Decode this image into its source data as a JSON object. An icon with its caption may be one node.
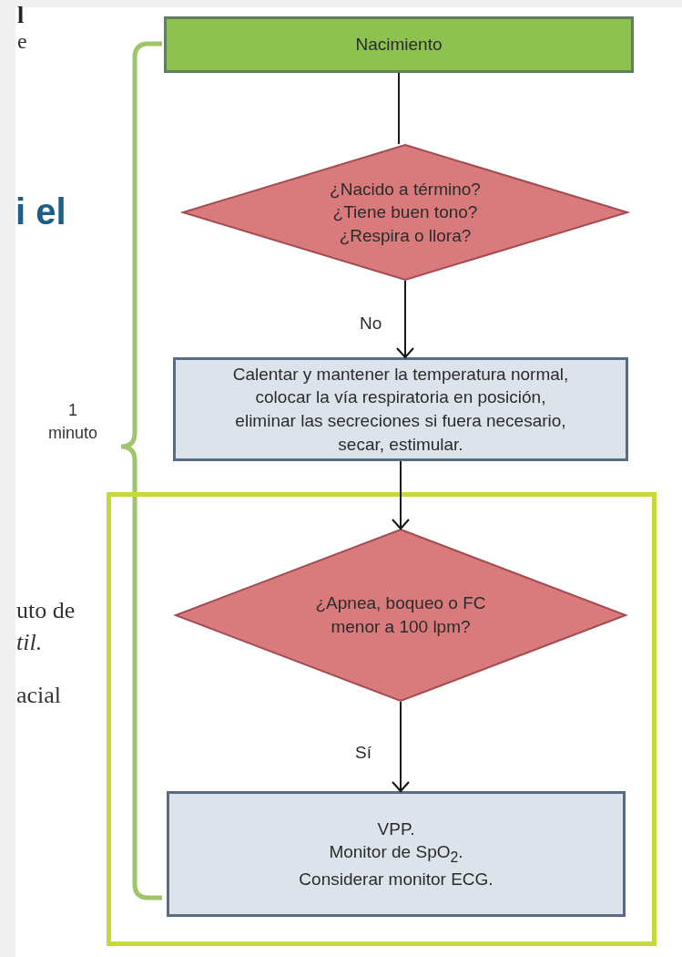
{
  "diagram": {
    "nodes": [
      {
        "text": [
          "Nacimiento"
        ]
      },
      {
        "text": [
          "¿Nacido a término?",
          "¿Tiene buen tono?",
          "¿Respira o llora?"
        ]
      },
      {
        "text": [
          "Calentar y mantener la temperatura normal, colocar la vía respiratoria en posición, eliminar las secreciones si fuera necesario, secar, estimular."
        ]
      },
      {
        "text": [],
        "shape": "box"
      },
      {
        "text": [
          "¿Apnea, boqueo o FC menor a 100 lpm?"
        ],
        "in": 3
      },
      {
        "text": [
          "VPP.",
          "Monitor de SpO$_{2}$.",
          "Considerar monitor ECG."
        ],
        "in": 3
      }
    ],
    "edges": [
      {
        "from": 0,
        "to": 1,
        "arrow": "none"
      },
      {
        "from": 1,
        "to": 2,
        "arrow": "to",
        "label": "No"
      },
      {
        "from": 2,
        "to": 4,
        "arrow": "to"
      },
      {
        "from": 4,
        "to": 5,
        "arrow": "to",
        "label": "Sí"
      }
    ],
    "labels": [
      "l",
      "e",
      "i el",
      "1 minuto",
      "uto de",
      "til.",
      "acial"
    ]
  }
}
